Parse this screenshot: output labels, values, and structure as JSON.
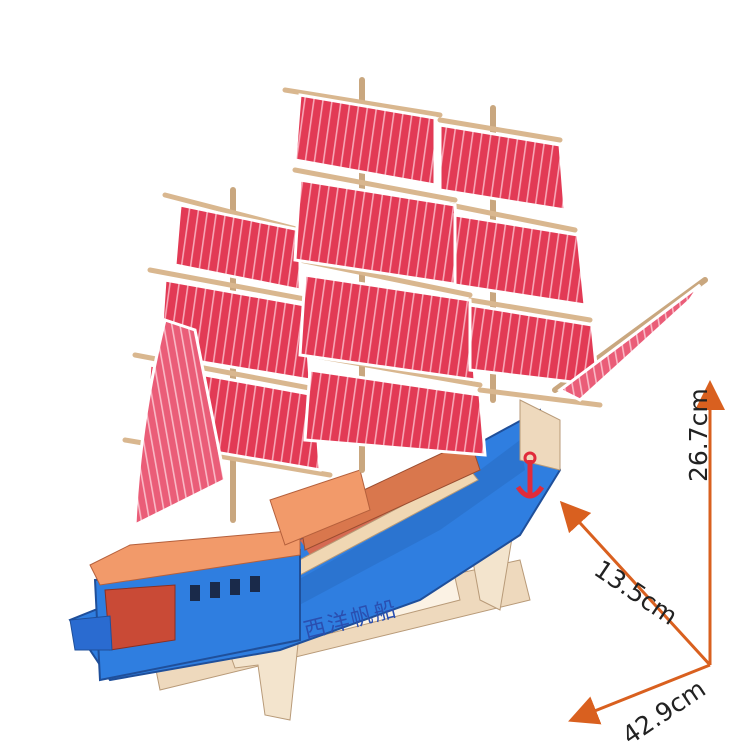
{
  "plaque": {
    "text": "西洋帆船"
  },
  "dimensions": {
    "height": "26.7cm",
    "width": "13.5cm",
    "length": "42.9cm"
  },
  "colors": {
    "sail": "#e23a55",
    "sail_stripe": "#f7a6b6",
    "wood": "#e9cfae",
    "hull_blue": "#2f7ee0",
    "cabin_orange": "#f29a6a",
    "arrow": "#d9601f"
  }
}
